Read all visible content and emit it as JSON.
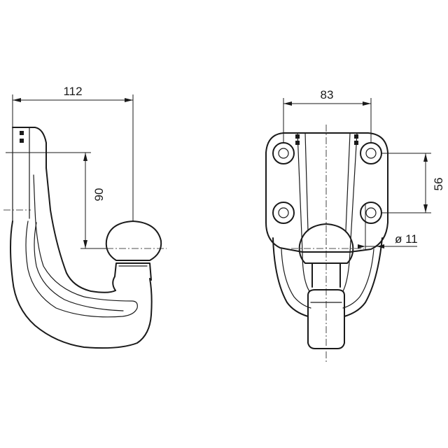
{
  "dimensions": {
    "overall_width": "112",
    "ball_height": "90",
    "bolt_spacing_horizontal": "83",
    "bolt_spacing_vertical": "56",
    "bolt_hole_diameter": "ø 11"
  },
  "colors": {
    "line": "#1a1a1a",
    "background": "#ffffff"
  }
}
